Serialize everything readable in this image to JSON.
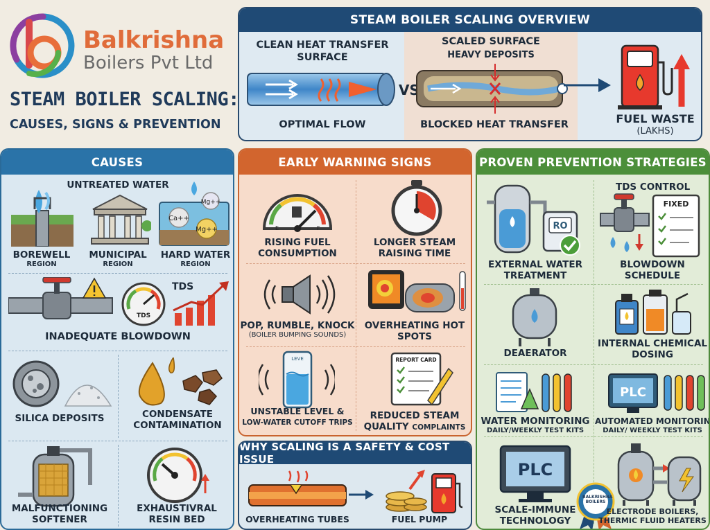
{
  "brand": {
    "name": "Balkrishna",
    "subtitle": "Boilers Pvt Ltd"
  },
  "title": {
    "main": "STEAM BOILER SCALING:",
    "sub": "CAUSES, SIGNS & PREVENTION"
  },
  "overview": {
    "header": "STEAM BOILER SCALING OVERVIEW",
    "clean_label": "CLEAN HEAT TRANSFER SURFACE",
    "clean_caption": "OPTIMAL FLOW",
    "vs": "VS",
    "scaled_label": "SCALED SURFACE",
    "scaled_sublabel": "HEAVY DEPOSITS",
    "scaled_caption": "BLOCKED HEAT TRANSFER",
    "waste_label": "FUEL WASTE",
    "waste_sub": "(LAKHS)"
  },
  "causes": {
    "header": "CAUSES",
    "untreated_water": "UNTREATED WATER",
    "items": [
      {
        "label": "BOREWELL",
        "sub": "REGION"
      },
      {
        "label": "MUNICIPAL",
        "sub": "REGION"
      },
      {
        "label": "HARD WATER",
        "sub": "REGION"
      }
    ],
    "ions": [
      "Ca++",
      "Mg++",
      "Mg++"
    ],
    "tds_tag": "TDS",
    "gauge_tag": "TDS",
    "inadequate_blowdown": "INADEQUATE BLOWDOWN",
    "silica": "SILICA DEPOSITS",
    "condensate": "CONDENSATE CONTAMINATION",
    "softener": "MALFUNCTIONING SOFTENER",
    "resin": "EXHAUSTIVRAL RESIN BED"
  },
  "warning": {
    "header": "EARLY WARNING SIGNS",
    "fuel": "RISING FUEL CONSUMPTION",
    "steam_time": "LONGER STEAM RAISING TIME",
    "sounds": "POP, RUMBLE, KNOCK",
    "sounds_sub": "(BOILER BUMPING SOUNDS)",
    "hot_spots": "OVERHEATING HOT SPOTS",
    "level": "UNSTABLE LEVEL &",
    "level_2": "LOW-WATER CUTOFF TRIPS",
    "quality": "REDUCED STEAM",
    "quality_2": "QUALITY",
    "quality_sub": "COMPLAINTS",
    "gauge_e": "E",
    "gauge_f": "F",
    "level_tag": "LEVE",
    "report_tag": "REPORT CARD"
  },
  "safety": {
    "header": "WHY SCALING IS A SAFETY & COST ISSUE",
    "tubes": "OVERHEATING TUBES",
    "pump": "FUEL PUMP"
  },
  "prevention": {
    "header": "PROVEN PREVENTION STRATEGIES",
    "external": "EXTERNAL WATER TREATMENT",
    "ro_tag": "RO",
    "tds_control": "TDS CONTROL",
    "fixed_tag": "FIXED",
    "blowdown": "BLOWDOWN SCHEDULE",
    "deaerator": "DEAERATOR",
    "internal": "INTERNAL CHEMICAL DOSING",
    "monitoring": "WATER MONITORING",
    "monitoring_sub": "DAILY/WEEKLY TEST KITS",
    "automated": "AUTOMATED MONITORING",
    "automated_sub": "DAILY/ WEEKLY TEST KITS",
    "plc_tag": "PLC",
    "plc_tag_2": "PLC",
    "scale_immune": "SCALE-IMMUNE TECHNOLOGY",
    "badge": "BALKRISHNA BOILERS",
    "electrode": "ELECTRODE BOILERS,",
    "electrode_2": "THERMIC FLUID HEATERS"
  }
}
